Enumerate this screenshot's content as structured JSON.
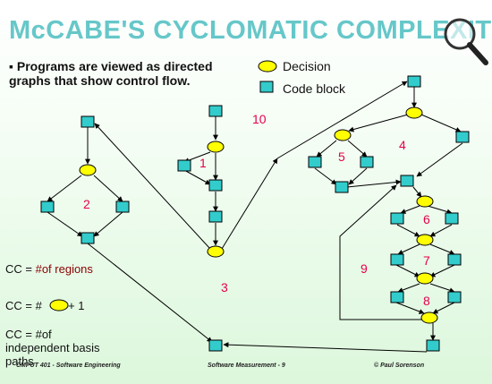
{
  "title": "McCABE'S CYCLOMATIC COMPLEXITY",
  "bullet": "▪ Programs are viewed as directed graphs that show control flow.",
  "legend": {
    "decision": "Decision",
    "code_block": "Code block"
  },
  "cc_lines": {
    "line1_prefix": "CC = ",
    "line1_accent": "#of regions",
    "line2_prefix": "CC = # ",
    "line2_suffix": "+ 1",
    "line3": "CC = #of independent basis paths"
  },
  "regions": {
    "r1": "1",
    "r2": "2",
    "r3": "3",
    "r4": "4",
    "r5": "5",
    "r6": "6",
    "r7": "7",
    "r8": "8",
    "r9": "9",
    "r10": "10"
  },
  "footer": {
    "left": "CMPUT 401 - Software Engineering",
    "center": "Software Measurement - 9",
    "right": "© Paul Sorenson"
  },
  "colors": {
    "title": "#66c7c9",
    "block": "#33cccc",
    "decision": "#ffff00",
    "region_number": "#e6004c"
  }
}
